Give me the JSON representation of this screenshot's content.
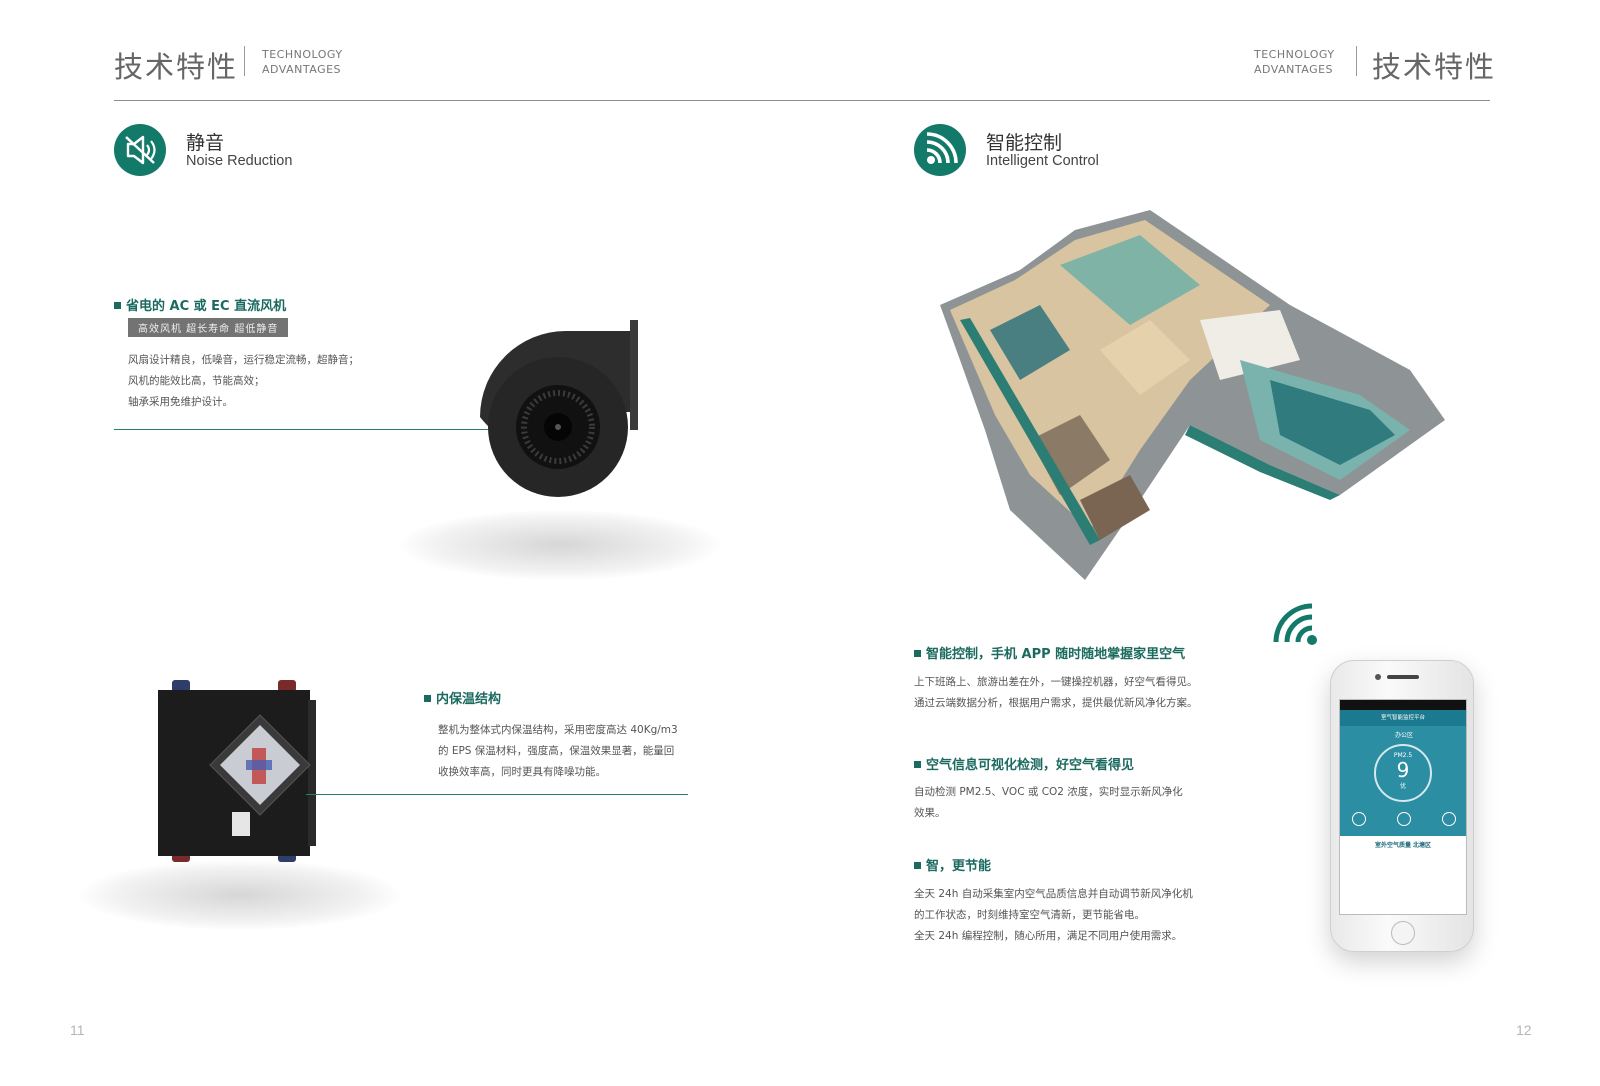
{
  "header": {
    "left": {
      "title_cn": "技术特性",
      "title_en_1": "TECHNOLOGY",
      "title_en_2": "ADVANTAGES"
    },
    "right": {
      "title_cn": "技术特性",
      "title_en_1": "TECHNOLOGY",
      "title_en_2": "ADVANTAGES"
    }
  },
  "left_page": {
    "section": {
      "title_cn": "静音",
      "title_en": "Noise Reduction",
      "icon": "speaker-mute-icon"
    },
    "fan": {
      "heading": "省电的 AC 或 EC 直流风机",
      "tag": "高效风机  超长寿命  超低静音",
      "lines": [
        "风扇设计精良，低噪音，运行稳定流畅，超静音；",
        "风机的能效比高，节能高效；",
        "轴承采用免维护设计。"
      ]
    },
    "insulation": {
      "heading": "内保温结构",
      "lines": [
        "整机为整体式内保温结构，采用密度高达 40Kg/m3",
        "的 EPS 保温材料，强度高，保温效果显著，能量回",
        "收换效率高，同时更具有降噪功能。"
      ]
    },
    "page_number": "11"
  },
  "right_page": {
    "section": {
      "title_cn": "智能控制",
      "title_en": "Intelligent Control",
      "icon": "wifi-signal-icon"
    },
    "app": {
      "heading": "智能控制，手机 APP 随时随地掌握家里空气",
      "lines": [
        "上下班路上、旅游出差在外，一键操控机器，好空气看得见。",
        "通过云端数据分析，根据用户需求，提供最优新风净化方案。"
      ]
    },
    "visual": {
      "heading": "空气信息可视化检测，好空气看得见",
      "lines": [
        "自动检测 PM2.5、VOC 或 CO2 浓度，实时显示新风净化",
        "效果。"
      ]
    },
    "smart": {
      "heading": "智，更节能",
      "lines": [
        "全天 24h 自动采集室内空气品质信息并自动调节新风净化机",
        "的工作状态，时刻维持室空气清新，更节能省电。",
        "全天 24h 编程控制，随心所用，满足不同用户使用需求。"
      ]
    },
    "phone_screen": {
      "app_title": "室气智能监控平台",
      "room": "办公区",
      "metric": "PM2.5",
      "value": "9",
      "grade": "优",
      "outdoor_title": "室外空气质量 北塘区"
    },
    "page_number": "12"
  },
  "colors": {
    "accent": "#137a6a",
    "heading": "#1b6a60",
    "rule": "#8c8c8c"
  }
}
